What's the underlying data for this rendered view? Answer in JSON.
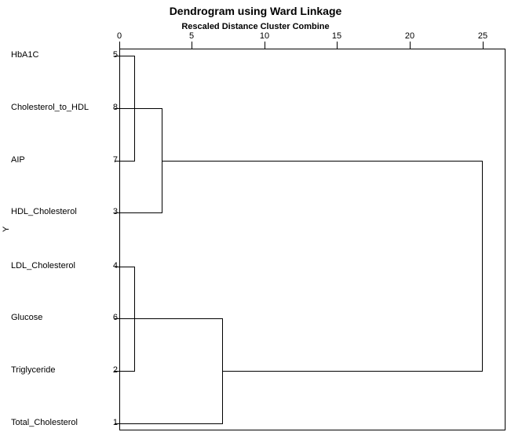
{
  "chart_data": {
    "type": "dendrogram",
    "title": "Dendrogram using Ward Linkage",
    "subtitle": "Rescaled Distance Cluster Combine",
    "xlabel": "Rescaled Distance Cluster Combine",
    "ylabel": "Y",
    "xlim": [
      0,
      25.6
    ],
    "xticks": [
      0,
      5,
      10,
      15,
      20,
      25
    ],
    "xtick_labels": [
      "0",
      "5",
      "10",
      "15",
      "20",
      "25"
    ],
    "grid": false,
    "legend": "none",
    "leaves": [
      {
        "label": "HbA1C",
        "num": "5",
        "order": 1
      },
      {
        "label": "Cholesterol_to_HDL",
        "num": "8",
        "order": 2
      },
      {
        "label": "AIP",
        "num": "7",
        "order": 3
      },
      {
        "label": "HDL_Cholesterol",
        "num": "3",
        "order": 4
      },
      {
        "label": "LDL_Cholesterol",
        "num": "4",
        "order": 5
      },
      {
        "label": "Glucose",
        "num": "6",
        "order": 6
      },
      {
        "label": "Triglyceride",
        "num": "2",
        "order": 7
      },
      {
        "label": "Total_Cholesterol",
        "num": "1",
        "order": 8
      }
    ],
    "merges": [
      {
        "id": "m1",
        "members": [
          "5",
          "7"
        ],
        "distance": 1.0,
        "note": "HbA1C + AIP"
      },
      {
        "id": "m2",
        "members": [
          "8",
          "m1"
        ],
        "distance": 2.9,
        "note": "Cholesterol_to_HDL + (HbA1C, AIP)"
      },
      {
        "id": "m3",
        "members": [
          "4",
          "2"
        ],
        "distance": 1.0,
        "note": "LDL_Cholesterol + Triglyceride"
      },
      {
        "id": "m4",
        "members": [
          "m2",
          "3"
        ],
        "distance": 2.9,
        "note": "(Chol_to_HDL, HbA1C, AIP) + HDL_Cholesterol"
      },
      {
        "id": "m5",
        "members": [
          "m3",
          "6",
          "1"
        ],
        "distance": 7.1,
        "note": "(LDL, Triglyceride, Glucose) + Total_Cholesterol"
      },
      {
        "id": "m6",
        "members": [
          "m4",
          "m5"
        ],
        "distance": 25.0,
        "note": "root merge of the two superclusters"
      }
    ],
    "colors": {
      "line": "#000000",
      "background": "#ffffff",
      "text": "#000000"
    }
  }
}
